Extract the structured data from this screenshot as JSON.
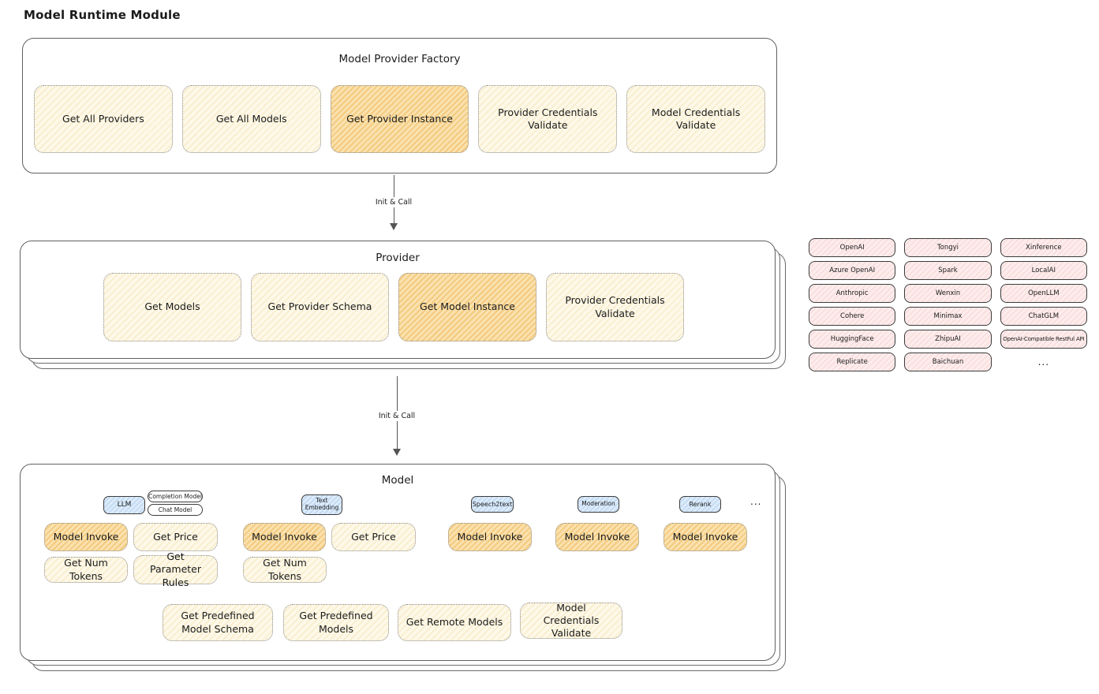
{
  "title": "Model Runtime Module",
  "colors": {
    "action_fill": "#fdf8e8",
    "action_highlight_fill": "#f7cf8a",
    "provider_chip_fill": "#fdecec",
    "model_type_fill": "#dcebfa",
    "ink": "#1b1b1b"
  },
  "factory": {
    "title": "Model Provider Factory",
    "buttons": [
      {
        "label": "Get All Providers",
        "highlighted": false
      },
      {
        "label": "Get All Models",
        "highlighted": false
      },
      {
        "label": "Get Provider Instance",
        "highlighted": true
      },
      {
        "label": "Provider Credentials Validate",
        "highlighted": false
      },
      {
        "label": "Model Credentials Validate",
        "highlighted": false
      }
    ]
  },
  "flows": {
    "factory_to_provider": "Init & Call",
    "provider_to_model": "Init & Call"
  },
  "provider": {
    "title": "Provider",
    "buttons": [
      {
        "label": "Get Models",
        "highlighted": false
      },
      {
        "label": "Get Provider Schema",
        "highlighted": false
      },
      {
        "label": "Get Model Instance",
        "highlighted": true
      },
      {
        "label": "Provider Credentials Validate",
        "highlighted": false
      }
    ]
  },
  "provider_list": {
    "items": [
      "OpenAI",
      "Tongyi",
      "Xinference",
      "Azure OpenAI",
      "Spark",
      "LocalAI",
      "Anthropic",
      "Wenxin",
      "OpenLLM",
      "Cohere",
      "Minimax",
      "ChatGLM",
      "HuggingFace",
      "ZhipuAI",
      "OpenAI-Compatible RestFul API",
      "Replicate",
      "Baichuan"
    ],
    "ellipsis": "..."
  },
  "model": {
    "title": "Model",
    "types": {
      "llm": "LLM",
      "completion_model": "Completion Model",
      "chat_model": "Chat Model",
      "text_embedding": "Text Embedding",
      "speech2text": "Speech2text",
      "moderation": "Moderation",
      "rerank": "Rerank",
      "more": "..."
    },
    "actions": {
      "model_invoke": "Model Invoke",
      "get_price": "Get Price",
      "get_num_tokens": "Get Num Tokens",
      "get_parameter_rules": "Get Parameter Rules",
      "get_predefined_model_schema": "Get Predefined Model Schema",
      "get_predefined_models": "Get Predefined Models",
      "get_remote_models": "Get Remote Models",
      "model_credentials_validate": "Model Credentials Validate"
    }
  }
}
